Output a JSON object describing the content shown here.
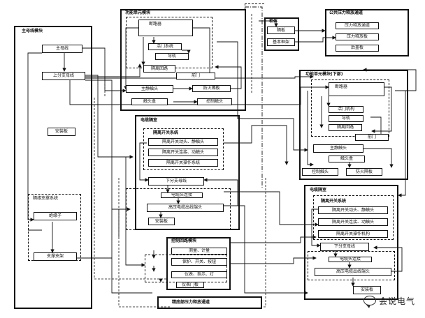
{
  "frames": {
    "main_bus": "主母线模块",
    "func_unit_top": "功能单元模块",
    "body": "柜体",
    "pressure_channel": "公共压力释放通道",
    "func_unit_lower": "功能单元模块(下部)",
    "cable_room_mid": "电缆隔室",
    "isolation_system_mid": "隔离开关系统",
    "cable_support": "隔缘支撑系统",
    "cable_room_right": "电缆隔室",
    "isolation_system_right": "隔离开关系统",
    "control_loop": "控制回路模块",
    "bottom_channel": "精底部压力释放通道"
  },
  "labels": {
    "main_busbar": "主母线",
    "upper_branch": "上分支母线",
    "mounting_plate_left": "安装板",
    "insulator": "绝缘子",
    "support_frame": "支撑支架",
    "breaker_top": "断路器",
    "door_system": "活门系统",
    "guide_rail": "导轨",
    "isolation_circuit_top": "隔离回路",
    "front_door": "前门",
    "main_contact_top": "主静触头",
    "explosion_proof": "防火隔板",
    "contact_box_top": "触头盒",
    "control_contact_top": "控制触头",
    "partition": "隔板",
    "base_frame": "基本框架",
    "pressure_plate_1": "压力释放通道",
    "pressure_plate_2": "压力释放板",
    "rear_plate": "后盖板",
    "iso_contact_mid": "隔离开关动头、静触头",
    "iso_mech_mid": "隔离开关连接、动触头",
    "iso_drive_mid": "隔离开关操作系统",
    "lower_branch_mid": "下分支母线",
    "cable_joint_mid": "电缆头连接",
    "hv_cable_mid": "高压电缆出线端头",
    "mounting_plate_mid": "安装板",
    "breaker_lower": "断路器",
    "door_mech_lower": "活门机构",
    "guide_lower": "导轨",
    "isolation_circuit_lower": "隔离回路",
    "front_door_lower": "前门",
    "main_contact_lower": "主静触头",
    "contact_box_lower": "触头盒",
    "control_contact_lower": "控制触头",
    "explosion_lower": "防火隔板",
    "iso_contact_right": "隔离开关动头、静触头",
    "iso_mech_right": "隔离开关连接、动触头",
    "iso_drive_right": "隔离开关操作机构",
    "lower_branch_right": "下分支母线",
    "cable_joint_right": "电缆头连接",
    "hv_cable_right": "高压电缆出线端头",
    "mounting_plate_right": "安装板",
    "measure": "测量、计量",
    "protect": "保护、开关、按钮",
    "instrument": "仪表、指示、灯",
    "meter_door": "仪表门板"
  },
  "watermark": {
    "text": "会说电气",
    "icon": "chat-bubble-icon"
  }
}
